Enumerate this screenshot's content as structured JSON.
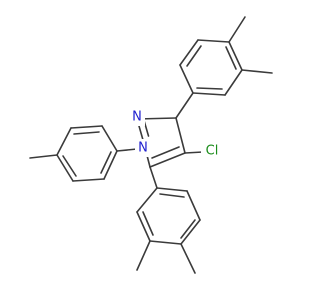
{
  "molecule": {
    "atoms": [
      {
        "id": "N2",
        "element": "N",
        "label": "N",
        "color": "#1f1fd0",
        "showLabel": true
      },
      {
        "id": "N1",
        "element": "N",
        "label": "N",
        "color": "#1f1fd0",
        "showLabel": true
      },
      {
        "id": "C3",
        "element": "C",
        "label": "",
        "color": "#3b3b3b",
        "showLabel": false
      },
      {
        "id": "C4",
        "element": "C",
        "label": "",
        "color": "#3b3b3b",
        "showLabel": false
      },
      {
        "id": "C5",
        "element": "C",
        "label": "",
        "color": "#3b3b3b",
        "showLabel": false
      },
      {
        "id": "Cl",
        "element": "Cl",
        "label": "Cl",
        "color": "#1a8c1a",
        "showLabel": true
      }
    ],
    "bond_color": "#3b3b3b"
  }
}
